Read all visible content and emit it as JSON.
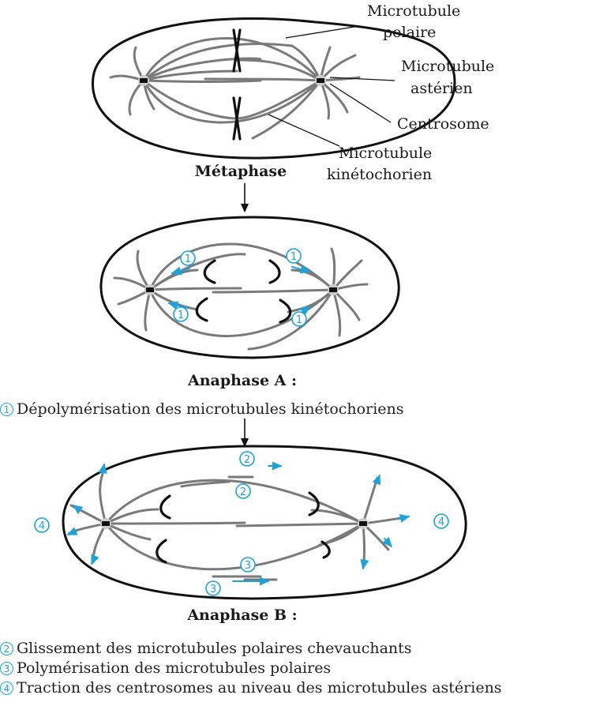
{
  "labels": {
    "polar": [
      "Microtubule",
      "polaire"
    ],
    "aster": [
      "Microtubule",
      "astérien"
    ],
    "centrosome": "Centrosome",
    "kineto": [
      "Microtubule",
      "kinétochorien"
    ]
  },
  "stages": {
    "metaphase": "Métaphase",
    "anaphase_a": "Anaphase A :",
    "anaphase_b": "Anaphase B :"
  },
  "steps": [
    {
      "num": "1",
      "text": "Dépolymérisation des microtubules kinétochoriens"
    },
    {
      "num": "2",
      "text": "Glissement des microtubules polaires chevauchants"
    },
    {
      "num": "3",
      "text": "Polymérisation des microtubules polaires"
    },
    {
      "num": "4",
      "text": "Traction des centrosomes au niveau des microtubules astériens"
    }
  ],
  "colors": {
    "accent": "#1aa3dc",
    "microtubule": "#7a7a7a",
    "outline": "#111111"
  }
}
